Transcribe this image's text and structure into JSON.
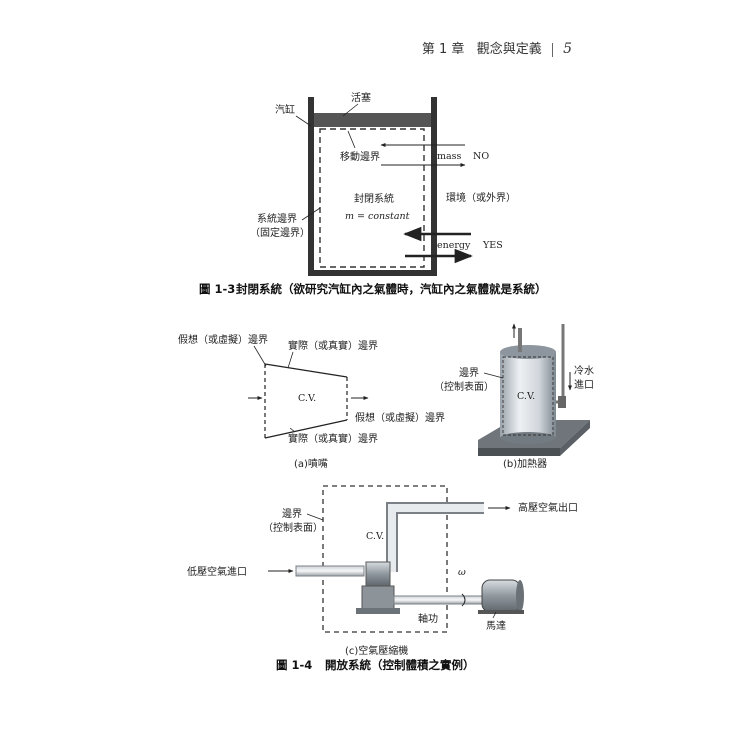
{
  "header": {
    "chapter": "第 1 章",
    "title": "觀念與定義",
    "page": "5"
  },
  "fig13": {
    "piston": "活塞",
    "cylinder": "汽缸",
    "moving_boundary": "移動邊界",
    "closed_system": "封閉系統",
    "m_const": "m = constant",
    "system_boundary_1": "系統邊界",
    "system_boundary_2": "（固定邊界）",
    "mass": "mass",
    "no": "NO",
    "surroundings": "環境（或外界）",
    "energy": "energy",
    "yes": "YES",
    "caption_num": "圖 1-3",
    "caption": "封閉系統（欲研究汽缸內之氣體時，汽缸內之氣體就是系統）"
  },
  "fig14": {
    "nozzle_imag_top": "假想（或虛擬）邊界",
    "nozzle_real_top": "實際（或真實）邊界",
    "cv": "C.V.",
    "nozzle_imag_right": "假想（或虛擬）邊界",
    "nozzle_real_bottom": "實際（或真實）邊界",
    "nozzle_caption": "(a)噴嘴",
    "heater_boundary_1": "邊界",
    "heater_boundary_2": "（控制表面）",
    "cold_water_1": "冷水",
    "cold_water_2": "進口",
    "heater_caption": "(b)加熱器",
    "comp_boundary_1": "邊界",
    "comp_boundary_2": "（控制表面）",
    "high_pressure_out": "高壓空氣出口",
    "low_pressure_in": "低壓空氣進口",
    "omega": "ω",
    "shaft_work": "軸功",
    "motor": "馬達",
    "comp_caption": "(c)空氣壓縮機",
    "caption_num": "圖 1-4",
    "caption": "開放系統（控制體積之實例）"
  }
}
